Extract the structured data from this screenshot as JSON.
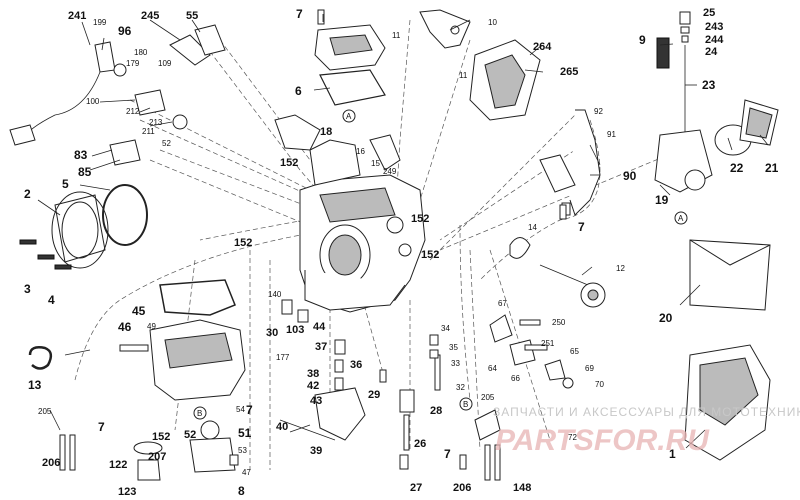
{
  "callouts": {
    "c241": "241",
    "c199": "199",
    "c96": "96",
    "c245": "245",
    "c55": "55",
    "c180": "180",
    "c179": "179",
    "c109": "109",
    "c100": "100",
    "c212": "212",
    "c213": "213",
    "c211": "211",
    "c52a": "52",
    "c83": "83",
    "c85": "85",
    "c2": "2",
    "c5": "5",
    "c3": "3",
    "c4": "4",
    "c45": "45",
    "c46": "46",
    "c49": "49",
    "c13": "13",
    "c205a": "205",
    "c7a": "7",
    "c122": "122",
    "c123": "123",
    "c206a": "206",
    "c207": "207",
    "c152a": "152",
    "c52b": "52",
    "c51": "51",
    "c53": "53",
    "c47": "47",
    "c8": "8",
    "c54": "54",
    "c7b": "7",
    "c7c": "7",
    "c6": "6",
    "c11a": "11",
    "c10": "10",
    "c11b": "11",
    "c264": "264",
    "c265": "265",
    "c18": "18",
    "cA1": "A",
    "c16": "16",
    "c15": "15",
    "c249": "249",
    "c152b": "152",
    "c152c": "152",
    "c152d": "152",
    "c152e": "152",
    "c140": "140",
    "c30": "30",
    "c103": "103",
    "c177": "177",
    "c37": "37",
    "c38": "38",
    "c42": "42",
    "c43": "43",
    "c44": "44",
    "c36": "36",
    "c40": "40",
    "c39": "39",
    "c29": "29",
    "c28": "28",
    "c26": "26",
    "c27": "27",
    "c34": "34",
    "c35": "35",
    "c33": "33",
    "c32": "32",
    "c92": "92",
    "c91": "91",
    "c90": "90",
    "c7d": "7",
    "c14": "14",
    "c12": "12",
    "c67": "67",
    "c250": "250",
    "c251": "251",
    "c64": "64",
    "c66": "66",
    "c65": "65",
    "c69": "69",
    "c70": "70",
    "c205b": "205",
    "cB1": "B",
    "cB2": "B",
    "c72": "72",
    "c7e": "7",
    "c206b": "206",
    "c148": "148",
    "c9": "9",
    "c25": "25",
    "c243": "243",
    "c244": "244",
    "c24": "24",
    "c23": "23",
    "c21": "21",
    "c22": "22",
    "c19": "19",
    "cA2": "A",
    "c20": "20",
    "c1": "1"
  },
  "watermark": {
    "caption": "ЗАПЧАСТИ И АКСЕССУАРЫ ДЛЯ МОТОТЕХНИКИ",
    "logo": "PARTSFOR.RU"
  }
}
